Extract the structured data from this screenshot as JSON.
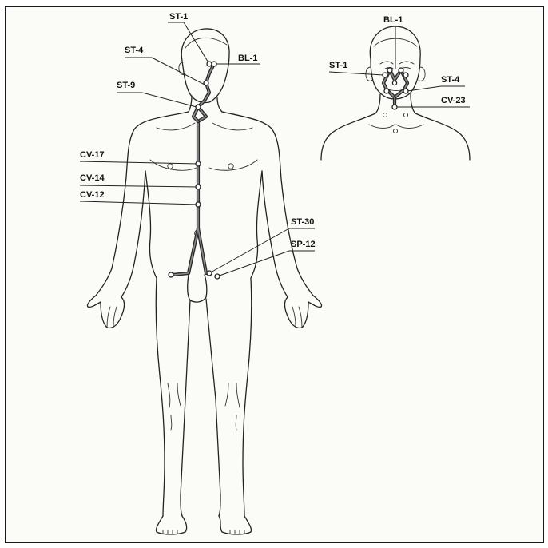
{
  "front_figure_labels": {
    "st1": "ST-1",
    "st4": "ST-4",
    "bl1": "BL-1",
    "st9": "ST-9",
    "cv17": "CV-17",
    "cv14": "CV-14",
    "cv12": "CV-12",
    "st30": "ST-30",
    "sp12": "SP-12"
  },
  "head_detail_labels": {
    "bl1": "BL-1",
    "st1": "ST-1",
    "st4": "ST-4",
    "cv23": "CV-23"
  }
}
